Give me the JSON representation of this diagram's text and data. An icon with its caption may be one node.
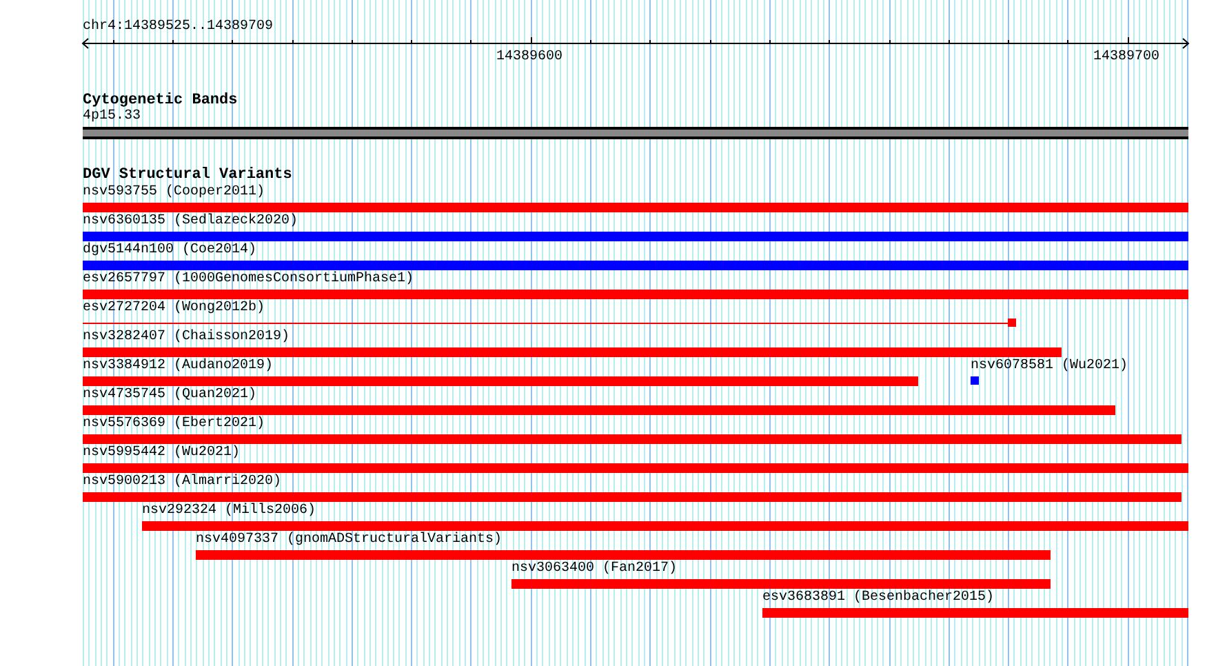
{
  "diagram": {
    "nodes": [
      {
        "text": [
          "4p15.33"
        ]
      },
      {
        "text": [
          "nsv593755 (Cooper2011)"
        ]
      },
      {
        "text": [
          "nsv6360135 (Sedlazeck2020)"
        ]
      },
      {
        "text": [
          "dgv5144n100 (Coe2014)"
        ]
      },
      {
        "text": [
          "esv2657797 (1000GenomesConsortiumPhase1)"
        ]
      },
      {
        "text": [
          "esv2727204 (Wong2012b)"
        ]
      },
      {
        "text": [
          "nsv3282407 (Chaisson2019)"
        ]
      },
      {
        "text": [
          "nsv3384912 (Audano2019)"
        ]
      },
      {
        "text": [
          "nsv6078581 (Wu2021)"
        ]
      },
      {
        "text": [
          "nsv4735745 (Quan2021)"
        ]
      },
      {
        "text": [
          "nsv5576369 (Ebert2021)"
        ]
      },
      {
        "text": [
          "nsv5995442 (Wu2021)"
        ]
      },
      {
        "text": [
          "nsv5900213 (Almarri2020)"
        ]
      },
      {
        "text": [
          "nsv292324 (Mills2006)"
        ]
      },
      {
        "text": [
          "nsv4097337 (gnomADStructuralVariants)"
        ]
      },
      {
        "text": [
          "nsv3063400 (Fan2017)"
        ]
      },
      {
        "text": [
          "esv3683891 (Besenbacher2015)"
        ]
      }
    ],
    "labels": [
      "chr4:14389525..14389709",
      "14389600",
      "14389700",
      "Cytogenetic Bands",
      "DGV Structural Variants"
    ]
  }
}
